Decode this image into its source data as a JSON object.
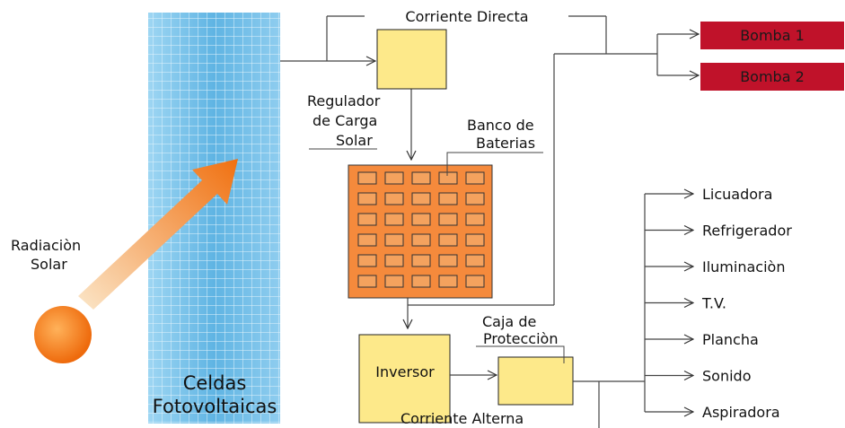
{
  "labels": {
    "solar_radiation": [
      "Radiaciòn",
      "Solar"
    ],
    "pv_cells": [
      "Celdas",
      "Fotovoltaicas"
    ],
    "direct_current": "Corriente Directa",
    "charge_regulator": [
      "Regulador",
      "de Carga",
      "Solar"
    ],
    "battery_bank": [
      "Banco de",
      "Baterias"
    ],
    "inverter": "Inversor",
    "protection_box": [
      "Caja de",
      "Protecciòn"
    ],
    "alternating_current": "Corriente Alterna"
  },
  "pumps": [
    "Bomba 1",
    "Bomba 2"
  ],
  "appliances": [
    "Licuadora",
    "Refrigerador",
    "Iluminaciòn",
    "T.V.",
    "Plancha",
    "Sonido",
    "Aspiradora"
  ],
  "colors": {
    "panel": "#7cc4ea",
    "panel_grid": "#d8eef9",
    "regulator": "#fde98a",
    "battery": "#f58a3c",
    "battery_cell": "#f4a25e",
    "pump": "#c0122a",
    "sun": "#f47b16",
    "arrow": "#f07a10"
  }
}
